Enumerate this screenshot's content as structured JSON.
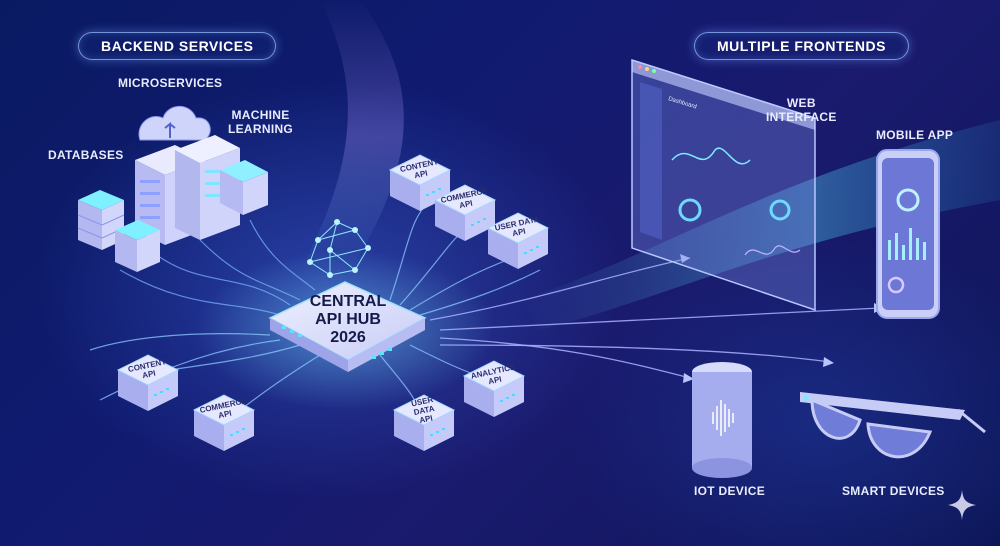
{
  "groups": {
    "backend": "BACKEND SERVICES",
    "frontend": "MULTIPLE FRONTENDS"
  },
  "backend_labels": {
    "microservices": "MICROSERVICES",
    "machine_learning_1": "MACHINE",
    "machine_learning_2": "LEARNING",
    "databases": "DATABASES"
  },
  "hub": {
    "line1": "CENTRAL",
    "line2": "API HUB",
    "line3": "2026"
  },
  "api_tiles": {
    "content_top": [
      "CONTENT",
      "API"
    ],
    "commerce_top": [
      "COMMERCE",
      "API"
    ],
    "userdata_top": [
      "USER DATA",
      "API"
    ],
    "content_bottom": [
      "CONTENT",
      "API"
    ],
    "commerce_bottom": [
      "COMMERCE",
      "API"
    ],
    "userdata_bottom": [
      "USER",
      "DATA",
      "API"
    ],
    "analytics_bottom": [
      "ANALYTICS",
      "API"
    ]
  },
  "frontend_labels": {
    "web_1": "WEB",
    "web_2": "INTERFACE",
    "mobile": "MOBILE APP",
    "iot": "IOT DEVICE",
    "smart": "SMART DEVICES"
  },
  "web_ui": {
    "header": "Dashboard"
  },
  "colors": {
    "background": "#101b70",
    "tile_face": "#d9dcfa",
    "accent_cyan": "#39e0ff",
    "accent_violet": "#a58bff"
  }
}
